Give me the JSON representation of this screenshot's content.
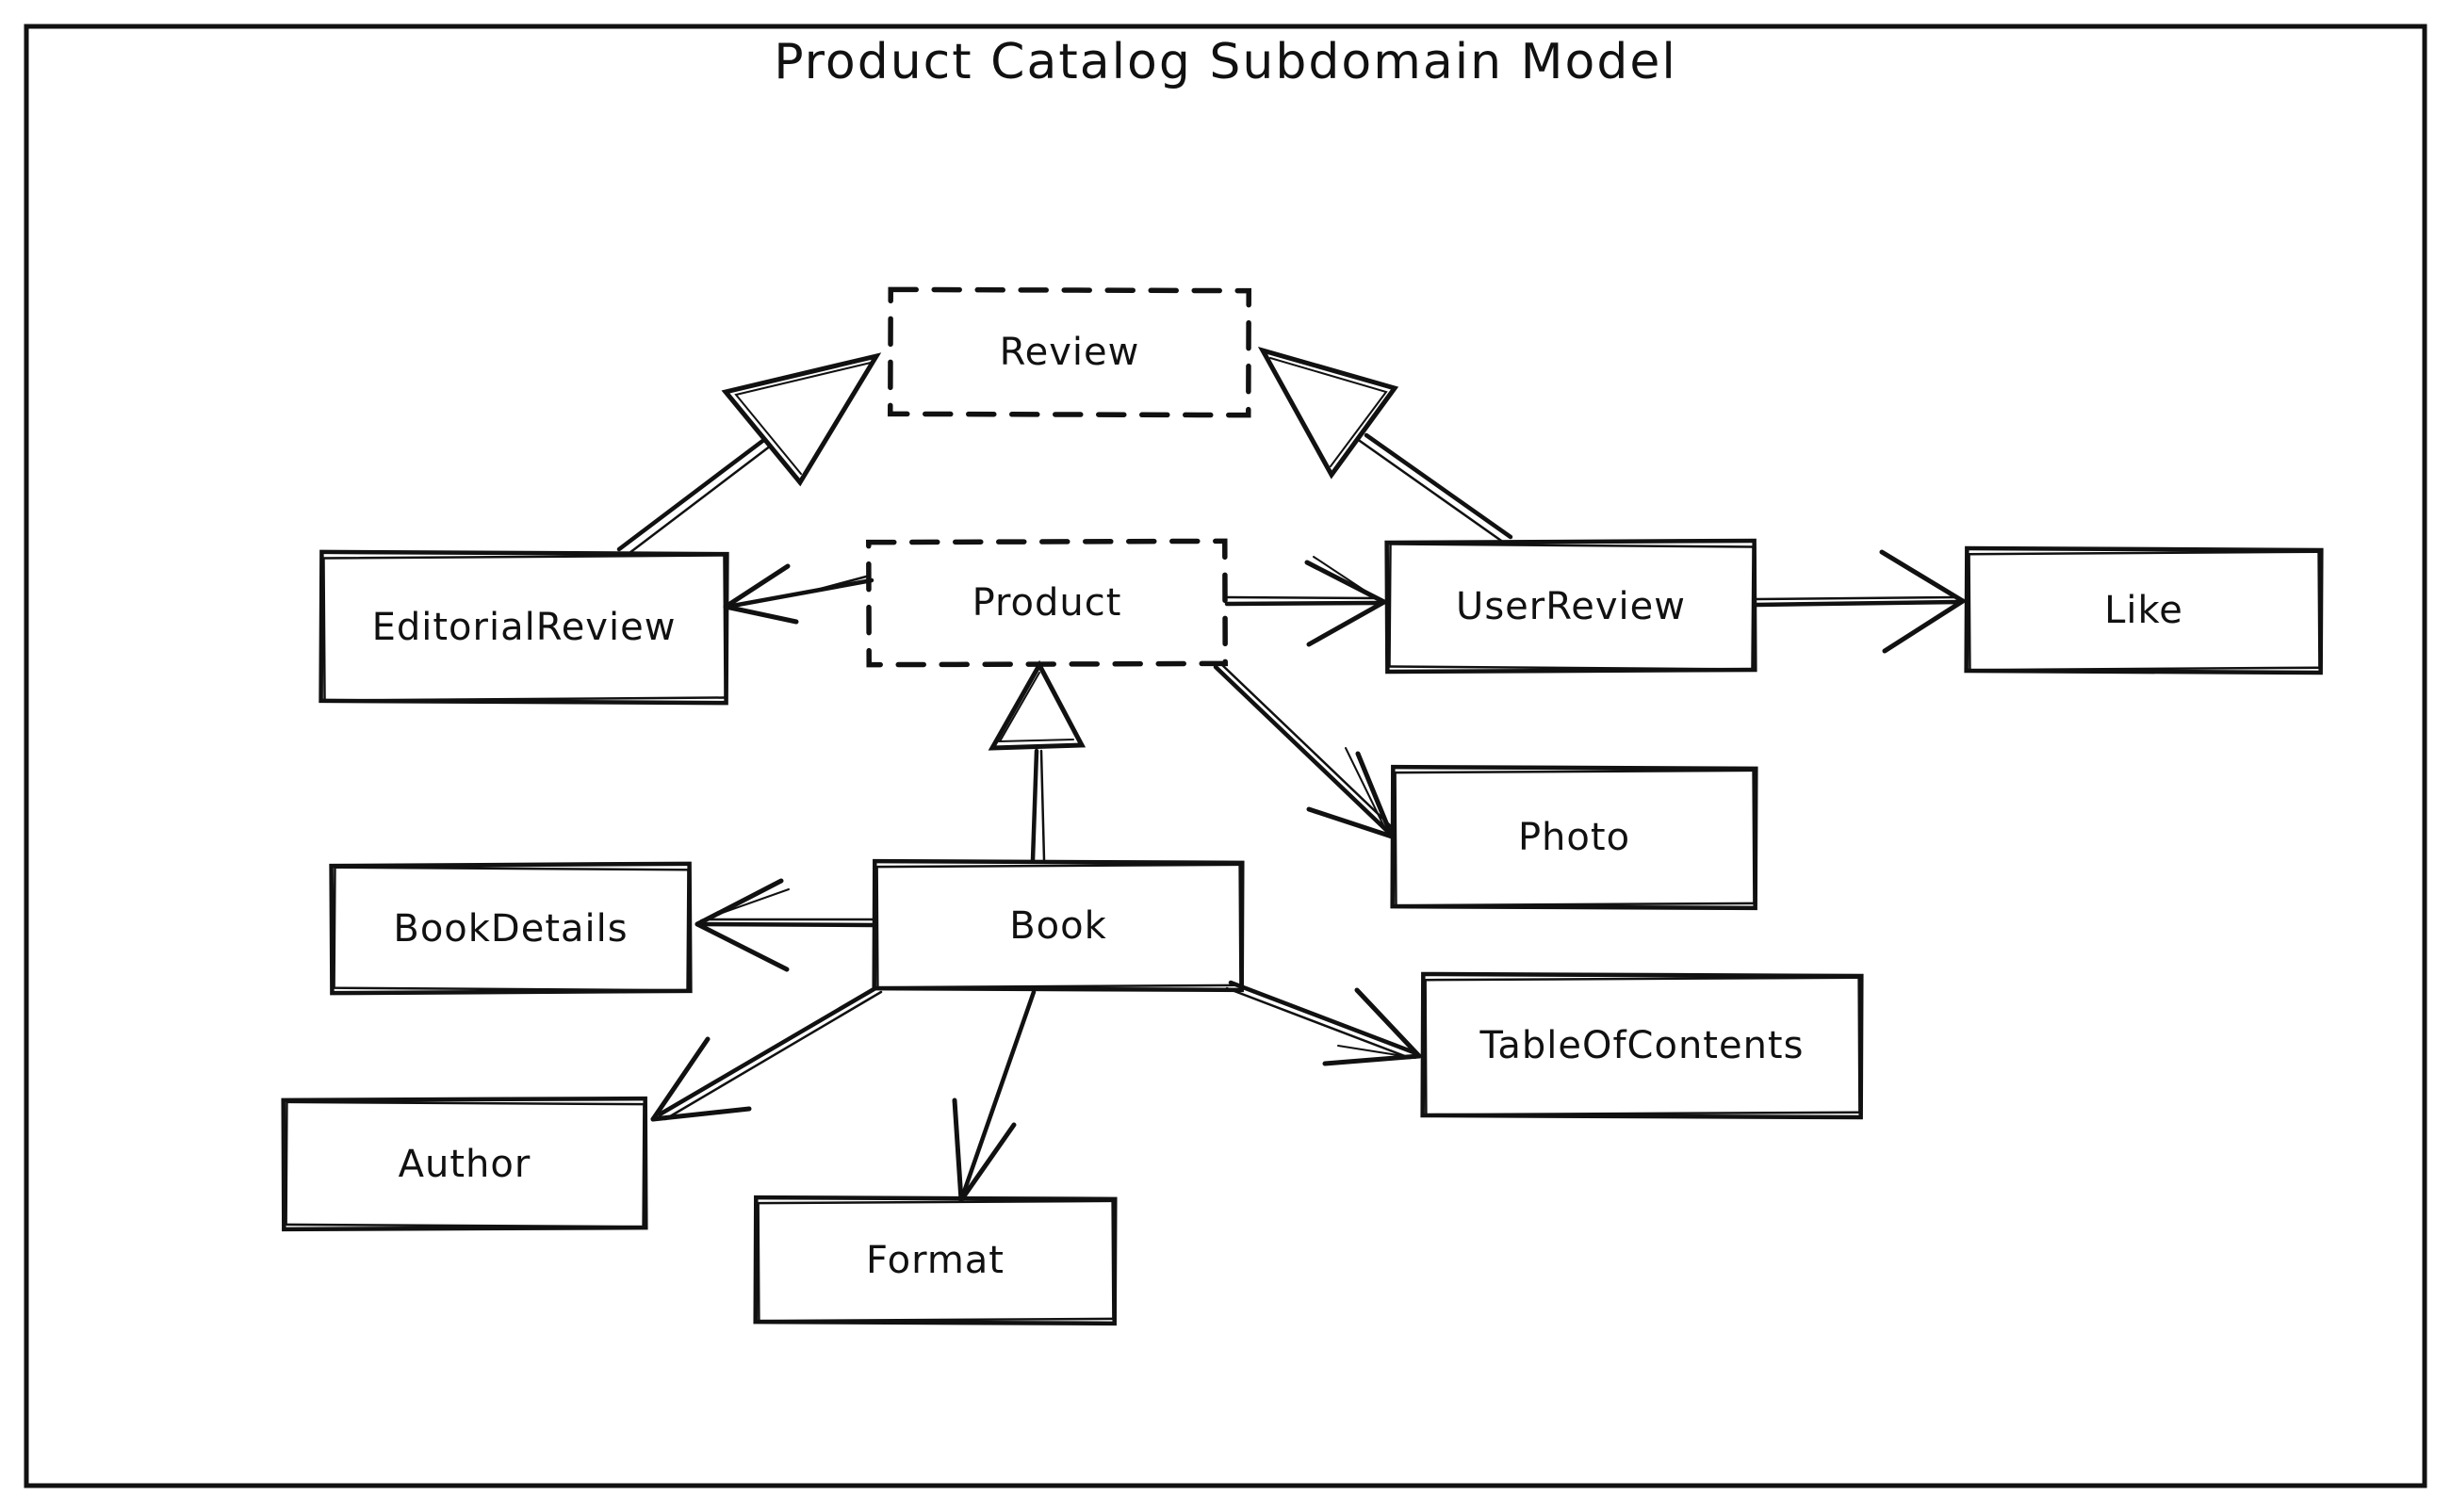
{
  "title": "Product Catalog Subdomain Model",
  "colors": {
    "ink": "#111111",
    "paper": "#ffffff"
  },
  "nodes": [
    {
      "id": "review",
      "label": "Review",
      "border": "dashed"
    },
    {
      "id": "product",
      "label": "Product",
      "border": "dashed"
    },
    {
      "id": "editorial_review",
      "label": "EditorialReview",
      "border": "solid"
    },
    {
      "id": "user_review",
      "label": "UserReview",
      "border": "solid"
    },
    {
      "id": "like",
      "label": "Like",
      "border": "solid"
    },
    {
      "id": "photo",
      "label": "Photo",
      "border": "solid"
    },
    {
      "id": "book_details",
      "label": "BookDetails",
      "border": "solid"
    },
    {
      "id": "book",
      "label": "Book",
      "border": "solid"
    },
    {
      "id": "table_of_contents",
      "label": "TableOfContents",
      "border": "solid"
    },
    {
      "id": "author",
      "label": "Author",
      "border": "solid"
    },
    {
      "id": "format",
      "label": "Format",
      "border": "solid"
    }
  ],
  "edges": [
    {
      "from": "EditorialReview",
      "to": "Review",
      "arrow": "hollow-triangle"
    },
    {
      "from": "UserReview",
      "to": "Review",
      "arrow": "hollow-triangle"
    },
    {
      "from": "Book",
      "to": "Product",
      "arrow": "hollow-triangle"
    },
    {
      "from": "Product",
      "to": "EditorialReview",
      "arrow": "open"
    },
    {
      "from": "Product",
      "to": "UserReview",
      "arrow": "open"
    },
    {
      "from": "UserReview",
      "to": "Like",
      "arrow": "open"
    },
    {
      "from": "Product",
      "to": "Photo",
      "arrow": "open"
    },
    {
      "from": "Book",
      "to": "BookDetails",
      "arrow": "open"
    },
    {
      "from": "Book",
      "to": "Author",
      "arrow": "open"
    },
    {
      "from": "Book",
      "to": "Format",
      "arrow": "open"
    },
    {
      "from": "Book",
      "to": "TableOfContents",
      "arrow": "open"
    }
  ]
}
